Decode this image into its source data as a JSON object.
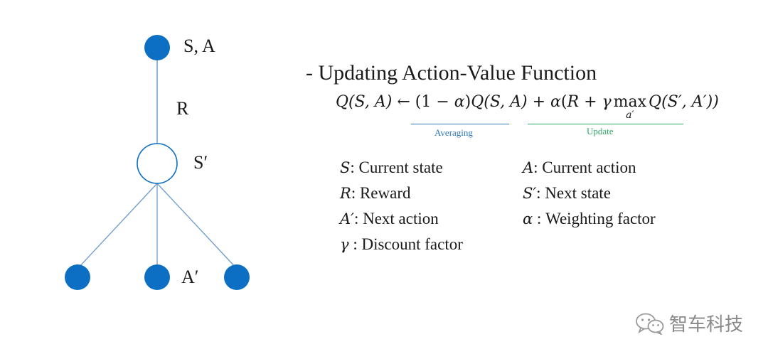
{
  "tree": {
    "root_label": "S, A",
    "edge_label": "R",
    "middle_label": "S′",
    "leaf_label": "A′",
    "node_color": "#0c6fc4",
    "edge_color": "#6a9bd0"
  },
  "title": "- Updating Action-Value Function",
  "formula": {
    "q1": "Q",
    "args1": "(S, A)",
    "arrow": " ← (1 − ",
    "alpha1": "α",
    "close1": ")",
    "q2": "Q",
    "args2": "(S, A)",
    "plus": " + ",
    "alpha2": "α",
    "open": "(",
    "r": "R",
    "plus2": " + ",
    "gamma": "γ",
    "max": "max",
    "max_sub": "a′",
    "q3": "Q",
    "args3": "(S′, A′))"
  },
  "underbraces": {
    "averaging": {
      "label": "Averaging",
      "color": "#2e77b8"
    },
    "update": {
      "label": "Update",
      "color": "#2ea866"
    }
  },
  "definitions": [
    {
      "symbol": "S",
      "text": ": Current state"
    },
    {
      "symbol": "A",
      "text": ": Current action"
    },
    {
      "symbol": "R",
      "text": ": Reward"
    },
    {
      "symbol": "S′",
      "text": ": Next state"
    },
    {
      "symbol": "A′",
      "text": ": Next action"
    },
    {
      "symbol": "α",
      "text": " : Weighting factor"
    },
    {
      "symbol": "γ",
      "text": " : Discount factor"
    }
  ],
  "watermark": {
    "text": "智车科技",
    "icon": "wechat-icon"
  }
}
